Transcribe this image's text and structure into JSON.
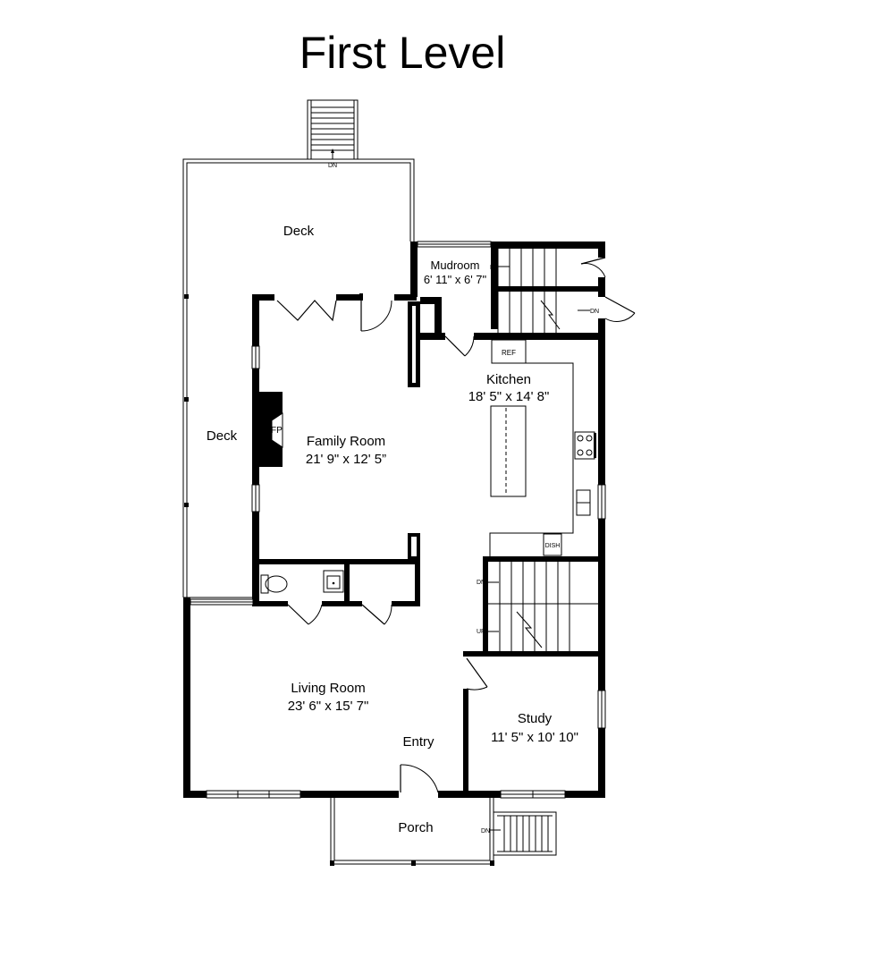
{
  "title": "First Level",
  "rooms": {
    "deck_top": {
      "name": "Deck"
    },
    "deck_side": {
      "name": "Deck"
    },
    "mudroom": {
      "name": "Mudroom",
      "dims": "6' 11\" x 6' 7\""
    },
    "kitchen": {
      "name": "Kitchen",
      "dims": "18' 5\" x 14' 8\""
    },
    "family_room": {
      "name": "Family Room",
      "dims": "21' 9\" x 12' 5”"
    },
    "living_room": {
      "name": "Living Room",
      "dims": "23' 6\" x 15' 7\""
    },
    "study": {
      "name": "Study",
      "dims": "11' 5\" x 10' 10\""
    },
    "entry": {
      "name": "Entry"
    },
    "porch": {
      "name": "Porch"
    }
  },
  "fixtures": {
    "fireplace": "FP",
    "refrigerator": "REF",
    "dishwasher": "DISH"
  },
  "stair_labels": {
    "deck_stairs": "DN",
    "mudroom_stairs_1": "DN",
    "mudroom_stairs_2": "DN",
    "main_stairs_down": "DN",
    "main_stairs_up": "UP",
    "porch_stairs": "DN"
  }
}
